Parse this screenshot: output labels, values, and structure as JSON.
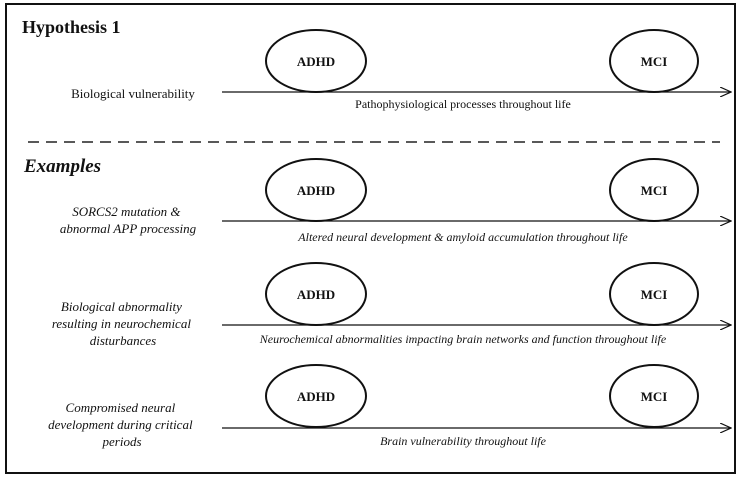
{
  "hypothesis": {
    "title": "Hypothesis 1",
    "left_label": [
      "Biological vulnerability"
    ],
    "arrow_label": "Pathophysiological processes throughout life",
    "start_node": "ADHD",
    "end_node": "MCI"
  },
  "examples_title": "Examples",
  "examples": [
    {
      "left_label": [
        "SORCS2 mutation &",
        "abnormal APP processing"
      ],
      "arrow_label": "Altered neural development & amyloid accumulation throughout life",
      "start_node": "ADHD",
      "end_node": "MCI"
    },
    {
      "left_label": [
        "Biological abnormality",
        "resulting in neurochemical",
        "disturbances"
      ],
      "arrow_label": "Neurochemical abnormalities impacting brain networks and function throughout life",
      "start_node": "ADHD",
      "end_node": "MCI"
    },
    {
      "left_label": [
        "Compromised neural",
        "development during critical",
        "periods"
      ],
      "arrow_label": "Brain vulnerability throughout life",
      "start_node": "ADHD",
      "end_node": "MCI"
    }
  ]
}
